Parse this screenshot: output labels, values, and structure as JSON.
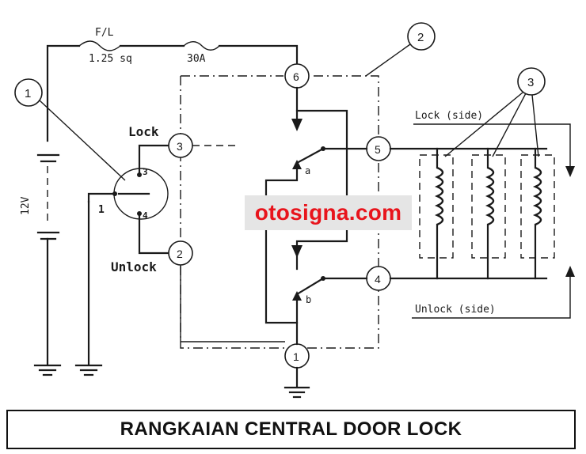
{
  "diagram": {
    "title": "RANGKAIAN CENTRAL DOOR LOCK",
    "watermark": "otosigna.com",
    "fuses": [
      {
        "name": "F/L",
        "rating": "1.25 sq"
      },
      {
        "name": "",
        "rating": "30A"
      }
    ],
    "battery_label": "12V",
    "switch_labels": {
      "lock": "Lock",
      "unlock": "Unlock"
    },
    "switch_terminals": {
      "t1": "1",
      "t3": "3",
      "t4": "4"
    },
    "relay_contacts": {
      "a": "a",
      "b": "b"
    },
    "side_labels": {
      "lock_side": "Lock (side)",
      "unlock_side": "Unlock (side)"
    },
    "callouts": {
      "switch": "1",
      "relay": "2",
      "actuators": "3"
    },
    "terminals": {
      "t1": "1",
      "t2": "2",
      "t3": "3",
      "t4": "4",
      "t5": "5",
      "t6": "6"
    }
  }
}
